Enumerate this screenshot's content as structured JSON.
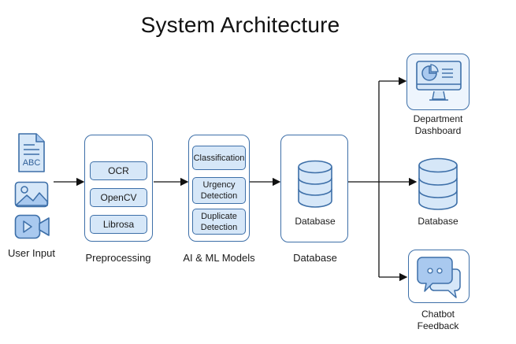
{
  "title": "System Architecture",
  "user_input": {
    "label": "User Input",
    "icons": [
      {
        "name": "document-icon",
        "text": "ABC"
      },
      {
        "name": "image-icon"
      },
      {
        "name": "video-icon"
      }
    ]
  },
  "preprocessing": {
    "label": "Preprocessing",
    "items": [
      "OCR",
      "OpenCV",
      "Librosa"
    ]
  },
  "models": {
    "label": "AI & ML Models",
    "items": [
      "Classification",
      "Urgency Detection",
      "Duplicate Detection"
    ]
  },
  "database_stage": {
    "label": "Database",
    "inner_label": "Database"
  },
  "outputs": [
    {
      "label_line1": "Department",
      "label_line2": "Dashboard",
      "icon": "dashboard-monitor-icon"
    },
    {
      "label_line1": "Database",
      "label_line2": "",
      "icon": "database-icon"
    },
    {
      "label_line1": "Chatbot",
      "label_line2": "Feedback",
      "icon": "chat-bubbles-icon"
    }
  ],
  "colors": {
    "stroke": "#3d6fa8",
    "fill_light": "#d6e7f8",
    "fill_mid": "#a9c9ef",
    "arrow": "#111111"
  }
}
